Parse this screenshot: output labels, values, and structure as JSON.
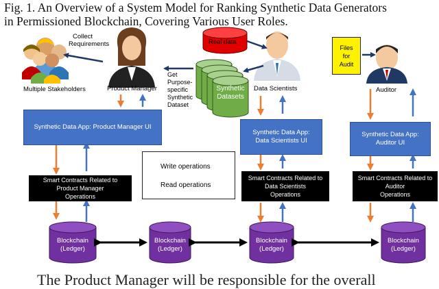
{
  "caption": {
    "line1": "Fig. 1.  An Overview of a System Model for Ranking Synthetic Data Generators",
    "line2": "in Permissioned Blockchain, Covering Various User Roles."
  },
  "bottom_text": "The Product Manager will be responsible for the overall",
  "people": {
    "stakeholders": "Multiple Stakeholders",
    "product_manager": "Product Manager",
    "data_scientists": "Data Scientists",
    "auditor": "Auditor"
  },
  "labels": {
    "collect": [
      "Collect",
      "Requirements"
    ],
    "get_dataset": [
      "Get",
      "Purpose-",
      "specific",
      "Synthetic",
      "Dataset"
    ],
    "real_data": "Real data",
    "synthetic_datasets": [
      "Synthetic",
      "Datasets"
    ],
    "files_audit": [
      "Files",
      "for",
      "Audit"
    ]
  },
  "ui_boxes": {
    "pm": "Synthetic Data App: Product Manager UI",
    "ds": [
      "Synthetic Data App:",
      "Data Scientists UI"
    ],
    "aud": [
      "Synthetic Data App:",
      "Auditor UI"
    ]
  },
  "smart_contracts": {
    "pm": [
      "Smart Contracts Related to",
      "Product Manager",
      "Operations"
    ],
    "ds": [
      "Smart Contracts Related to",
      "Data Scientists",
      "Operations"
    ],
    "aud": [
      "Smart Contracts Related to",
      "Auditor",
      "Operations"
    ]
  },
  "legend": {
    "write": "Write operations",
    "read": "Read operations"
  },
  "blockchain": {
    "line1": "Blockchain",
    "line2": "(Ledger)"
  },
  "colors": {
    "write_arrow": "#ed7d31",
    "read_arrow": "#4472c4",
    "ui_blue": "#4472c4",
    "cylinder_purple": "#7030a0",
    "cylinder_green": "#70ad47",
    "real_data_red": "#e00000",
    "note_yellow": "#fff200"
  }
}
